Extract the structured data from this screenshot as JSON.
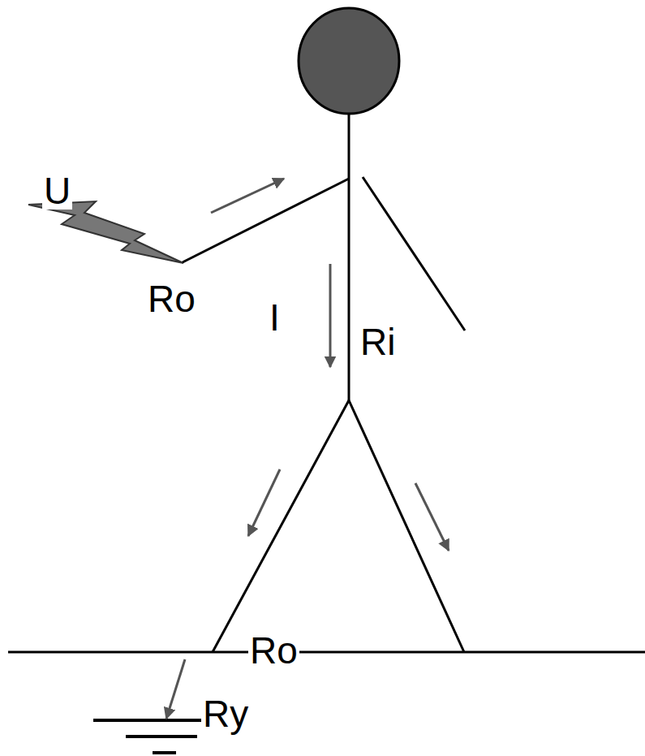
{
  "diagram": {
    "labels": [
      "U",
      "Ro",
      "I",
      "Ri",
      "Ro",
      "Ry"
    ]
  }
}
